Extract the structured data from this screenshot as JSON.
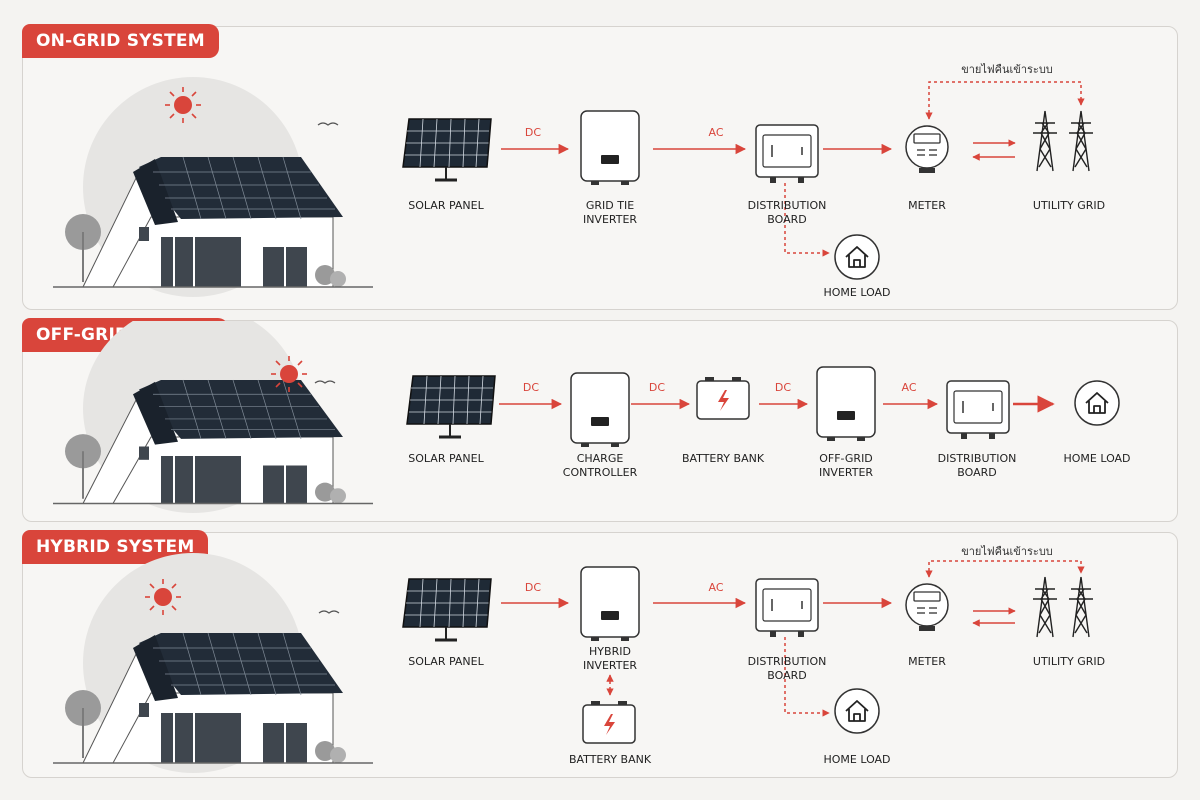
{
  "colors": {
    "accent": "#d9453b",
    "ink": "#1f2a36",
    "panel_bg": "#f7f6f4"
  },
  "ongrid": {
    "title": "ON-GRID SYSTEM",
    "labels": {
      "solar_panel": "SOLAR PANEL",
      "inverter": "GRID TIE\nINVERTER",
      "distribution_board": "DISTRIBUTION\nBOARD",
      "meter": "METER",
      "utility_grid": "UTILITY GRID",
      "home_load": "HOME LOAD"
    },
    "flows": {
      "dc": "DC",
      "ac": "AC"
    },
    "sellback": "ขายไฟคืนเข้าระบบ"
  },
  "offgrid": {
    "title": "OFF-GRID SYSTEM",
    "labels": {
      "solar_panel": "SOLAR PANEL",
      "charge_controller": "CHARGE\nCONTROLLER",
      "battery_bank": "BATTERY BANK",
      "inverter": "OFF-GRID\nINVERTER",
      "distribution_board": "DISTRIBUTION\nBOARD",
      "home_load": "HOME LOAD"
    },
    "flows": {
      "dc1": "DC",
      "dc2": "DC",
      "dc3": "DC",
      "ac": "AC"
    }
  },
  "hybrid": {
    "title": "HYBRID SYSTEM",
    "labels": {
      "solar_panel": "SOLAR PANEL",
      "inverter": "HYBRID\nINVERTER",
      "distribution_board": "DISTRIBUTION\nBOARD",
      "meter": "METER",
      "utility_grid": "UTILITY GRID",
      "battery_bank": "BATTERY BANK",
      "home_load": "HOME LOAD"
    },
    "flows": {
      "dc": "DC",
      "ac": "AC"
    },
    "sellback": "ขายไฟคืนเข้าระบบ"
  }
}
